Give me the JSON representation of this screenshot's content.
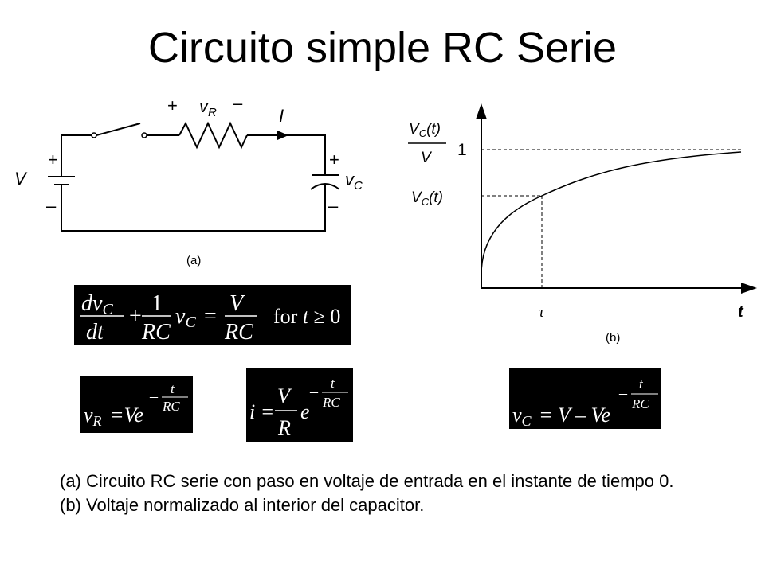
{
  "title": "Circuito simple RC Serie",
  "circuit": {
    "label_source": "V",
    "label_vr": "v",
    "label_vr_sub": "R",
    "label_current": "I",
    "label_vc": "v",
    "label_vc_sub": "C",
    "plus": "+",
    "minus": "–",
    "panel_label": "(a)"
  },
  "graph": {
    "y_frac_num": "V",
    "y_frac_num_sub": "C",
    "y_frac_num_arg": "(t)",
    "y_frac_den": "V",
    "y_tick_one": "1",
    "y_mark_label": "V",
    "y_mark_label_sub": "C",
    "y_mark_label_arg": "(t)",
    "x_tau": "τ",
    "x_axis_label": "t",
    "panel_label": "(b)"
  },
  "equations": {
    "ode": {
      "dv": "dv",
      "dv_sub": "C",
      "dt": "dt",
      "one": "1",
      "rc": "RC",
      "vc": "v",
      "vc_sub": "C",
      "eq": "=",
      "plus": "+",
      "V": "V",
      "rc2": "RC",
      "cond_for": "for",
      "cond_t": "t",
      "cond_rel": "≥ 0"
    },
    "vr": {
      "lhs": "v",
      "lhs_sub": "R",
      "rhs": "=Ve",
      "exp_minus": "–",
      "exp_num": "t",
      "exp_den": "RC"
    },
    "i": {
      "lhs": "i =",
      "frac_num": "V",
      "frac_den": "R",
      "e": "e",
      "exp_minus": "–",
      "exp_num": "t",
      "exp_den": "RC"
    },
    "vc": {
      "lhs": "v",
      "lhs_sub": "C",
      "rhs": "= V – Ve",
      "exp_minus": "–",
      "exp_num": "t",
      "exp_den": "RC"
    }
  },
  "caption": {
    "line_a": "(a) Circuito RC serie con paso en voltaje de entrada en el instante de tiempo 0.",
    "line_b": "(b) Voltaje normalizado al interior del capacitor."
  }
}
